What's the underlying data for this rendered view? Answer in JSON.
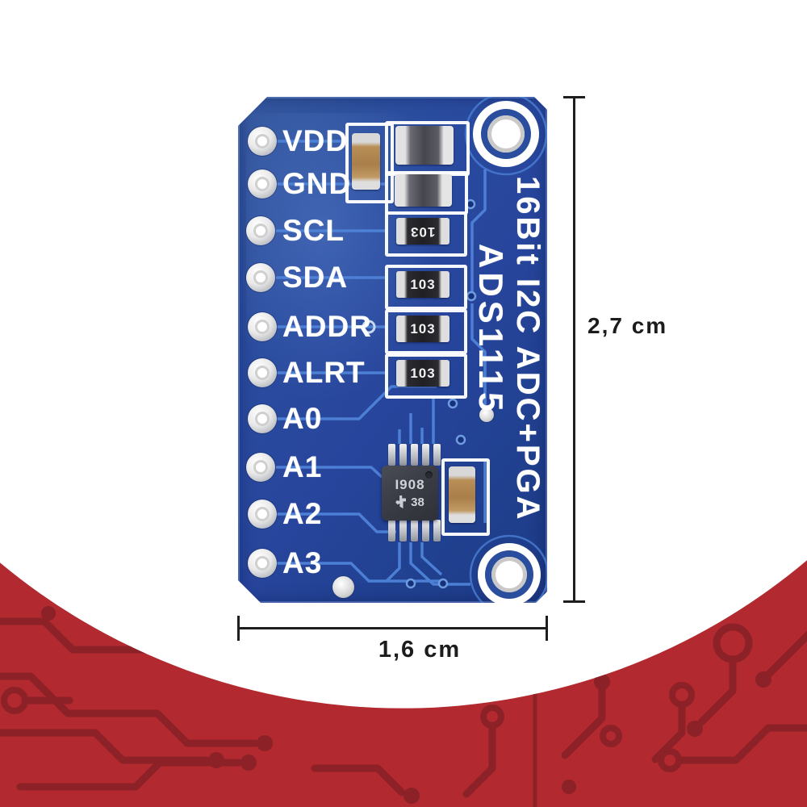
{
  "board": {
    "pins": [
      {
        "label": "VDD"
      },
      {
        "label": "GND"
      },
      {
        "label": "SCL"
      },
      {
        "label": "SDA"
      },
      {
        "label": "ADDR"
      },
      {
        "label": "ALRT"
      },
      {
        "label": "A0"
      },
      {
        "label": "A1"
      },
      {
        "label": "A2"
      },
      {
        "label": "A3"
      }
    ],
    "silkscreen": {
      "outer_text": "16Bit I2C ADC+PGA",
      "inner_text": "ADS1115"
    },
    "resistors": [
      {
        "label": "103"
      },
      {
        "label": "103"
      },
      {
        "label": "103"
      },
      {
        "label": "103"
      }
    ],
    "ic": {
      "marking_line1": "I908",
      "marking_line2": "38",
      "logo": "texas-instruments-logo"
    },
    "colors": {
      "soldermask": "#2a4fa3",
      "soldermask_dark": "#1d3c8c",
      "soldermask_light": "#3a62b8",
      "trace": "#4f83d8",
      "silkscreen": "#ffffff"
    }
  },
  "annotations": {
    "height_label": "2,7 cm",
    "width_label": "1,6 cm",
    "line_color": "#1e1e1e"
  },
  "decor": {
    "background": "#ffffff",
    "red": "#b2292f",
    "red_dark": "#8c2127"
  }
}
